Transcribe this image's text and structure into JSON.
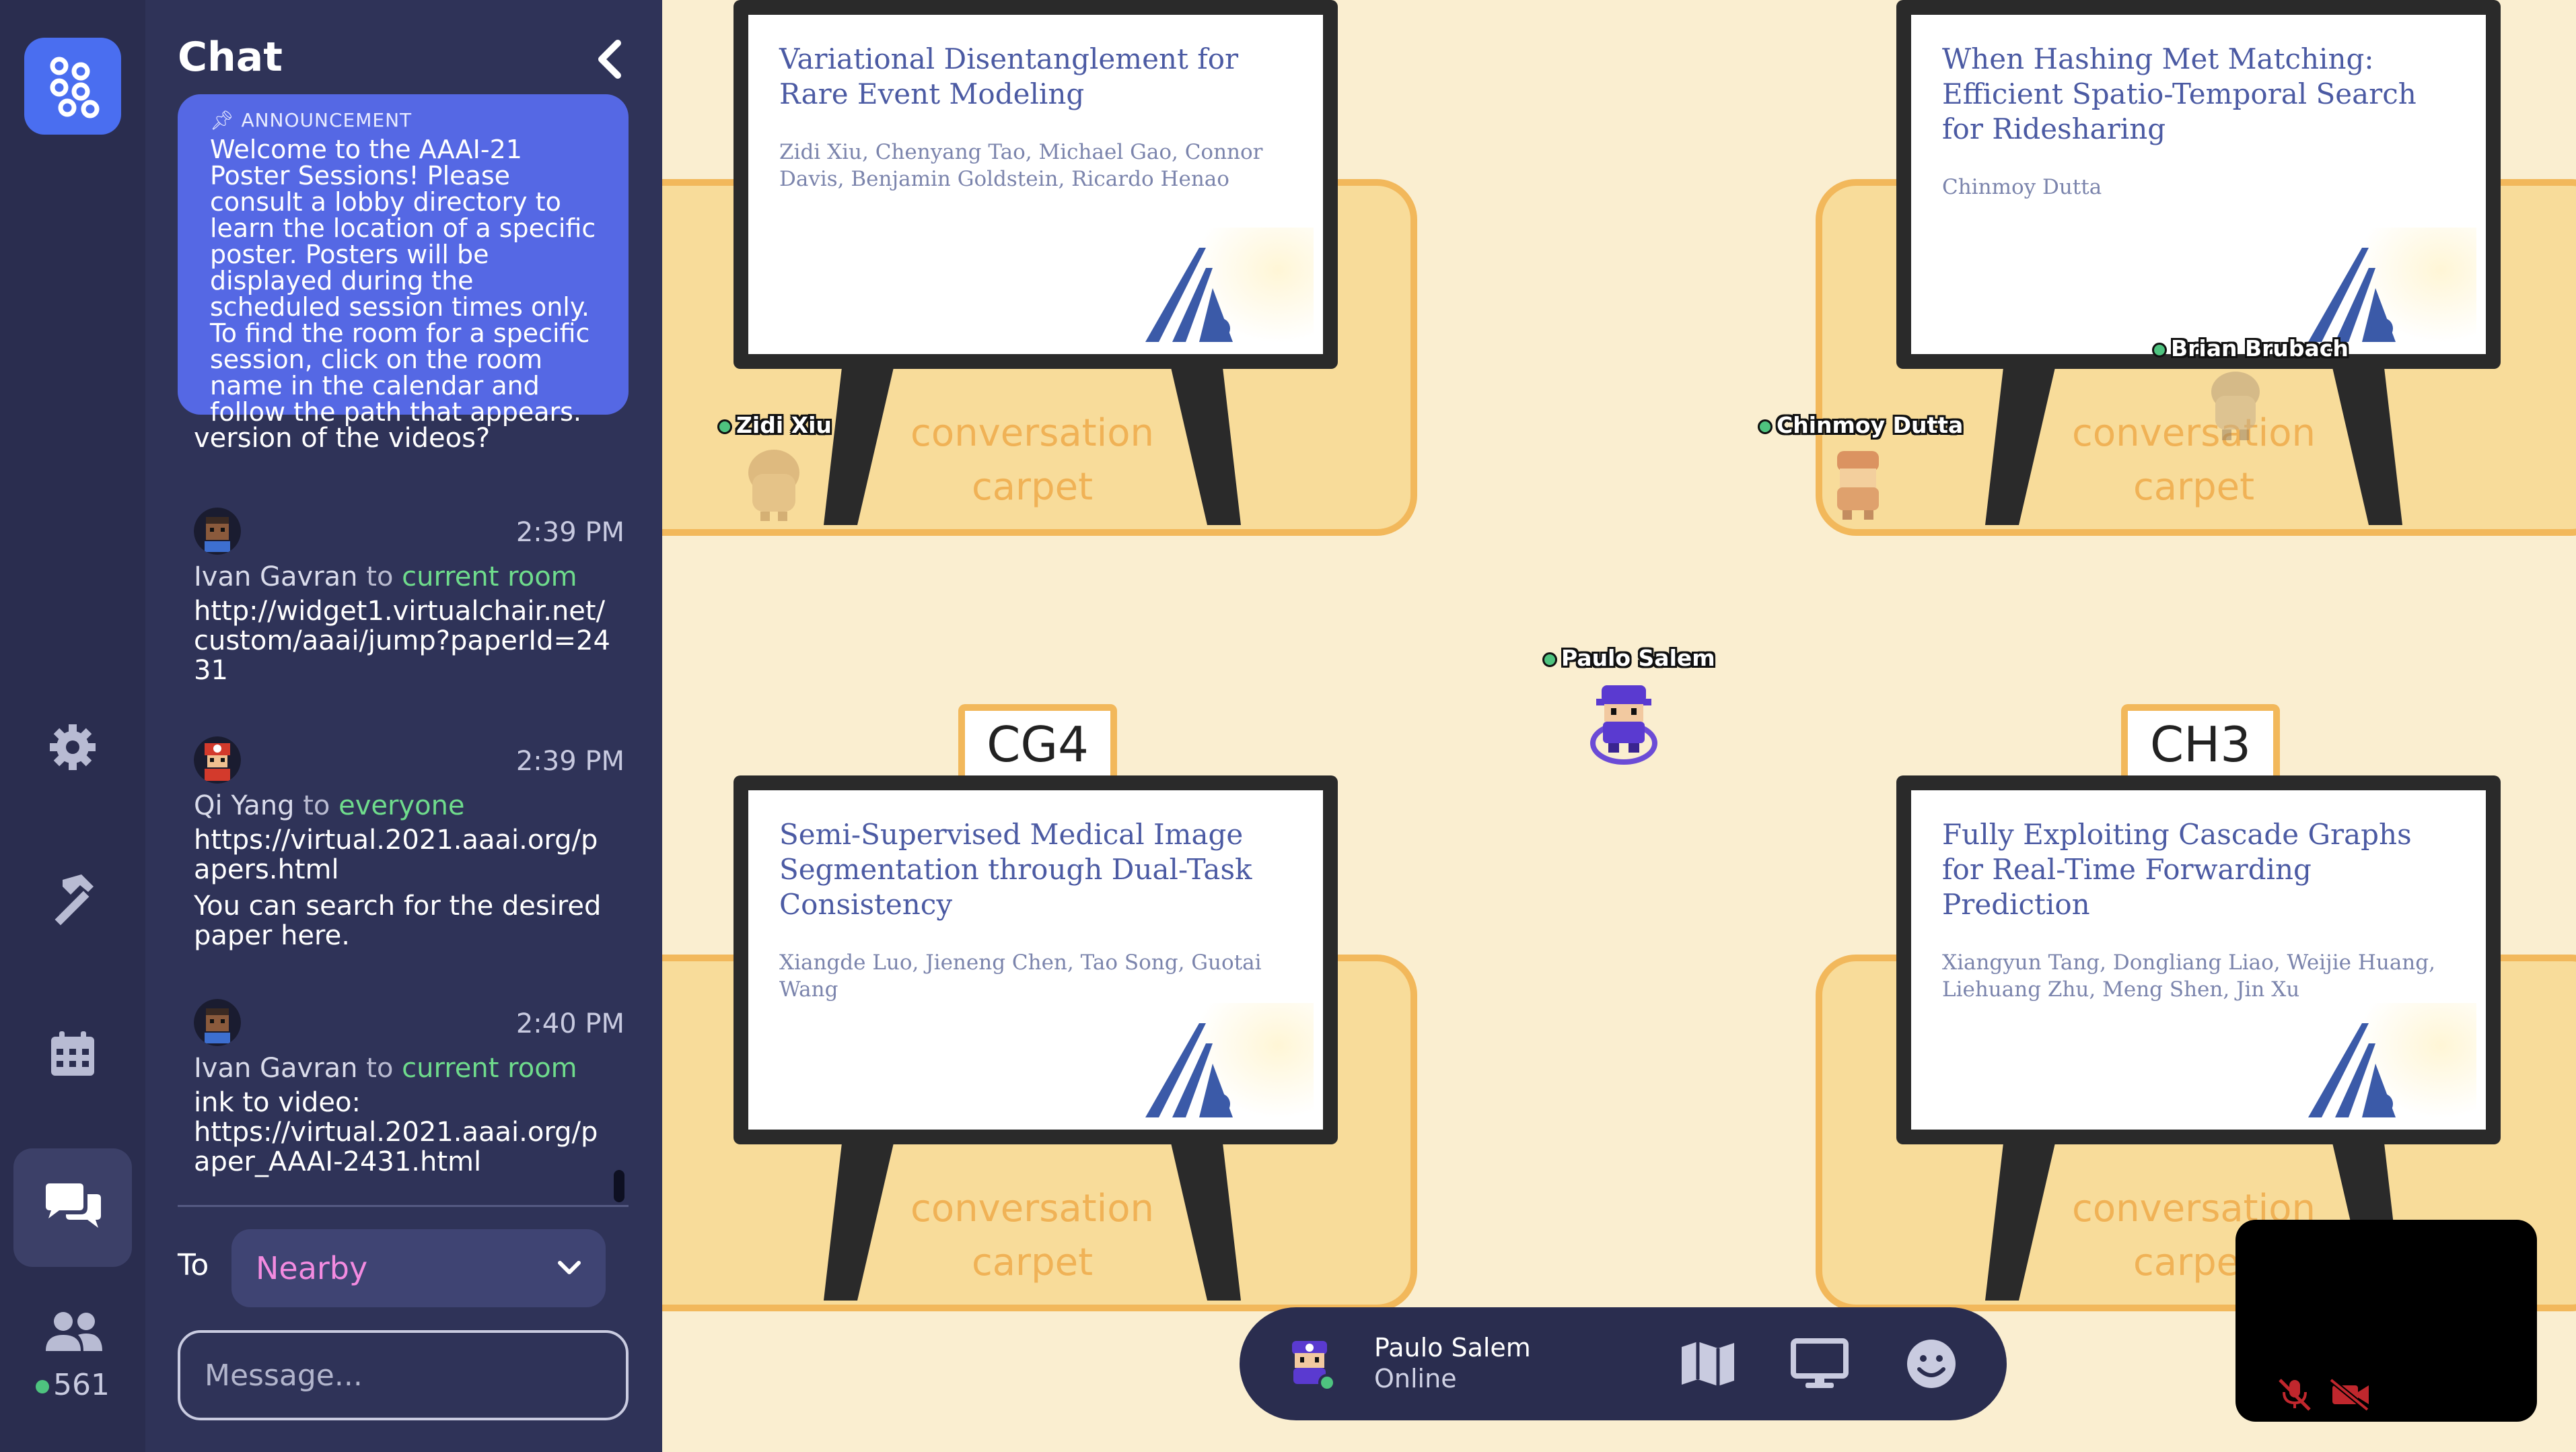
{
  "rail": {
    "online_count": "561",
    "icons": [
      "gather-logo-icon",
      "gear-icon",
      "hammer-icon",
      "calendar-icon",
      "chat-icon",
      "people-icon"
    ]
  },
  "chat": {
    "title": "Chat",
    "announcement": {
      "label": "ANNOUNCEMENT",
      "text": "Welcome to the AAAI-21 Poster Sessions! Please consult a lobby directory to learn the location of a specific poster. Posters will be displayed during the scheduled session times only. To find the room for a specific session, click on the room name in the calendar and follow the path that appears."
    },
    "cut_text": "version of the videos?",
    "messages": [
      {
        "time": "2:39 PM",
        "sender": "Ivan Gavran",
        "to_word": "to",
        "target": "current room",
        "body": "http://widget1.virtualchair.net/custom/aaai/jump?paperId=2431",
        "body2": ""
      },
      {
        "time": "2:39 PM",
        "sender": "Qi Yang",
        "to_word": "to",
        "target": "everyone",
        "body": "https://virtual.2021.aaai.org/papers.html",
        "body2": "You can search for the desired paper here."
      },
      {
        "time": "2:40 PM",
        "sender": "Ivan Gavran",
        "to_word": "to",
        "target": "current room",
        "body": "ink to video:",
        "body2": "https://virtual.2021.aaai.org/paper_AAAI-2431.html"
      }
    ],
    "to_label": "To",
    "to_value": "Nearby",
    "message_placeholder": "Message..."
  },
  "map": {
    "carpet_text": "conversation carpet",
    "posters": [
      {
        "title": "Variational Disentanglement for Rare Event Modeling",
        "authors": "Zidi Xiu, Chenyang Tao, Michael Gao, Connor Davis, Benjamin Goldstein, Ricardo Henao",
        "room_tag": ""
      },
      {
        "title": "When Hashing Met Matching: Efficient Spatio-Temporal Search for Ridesharing",
        "authors": "Chinmoy Dutta",
        "room_tag": ""
      },
      {
        "title": "Semi-Supervised Medical Image Segmentation through Dual-Task Consistency",
        "authors": "Xiangde Luo, Jieneng Chen, Tao Song, Guotai Wang",
        "room_tag": "CG4"
      },
      {
        "title": "Fully Exploiting Cascade Graphs for Real-Time Forwarding Prediction",
        "authors": "Xiangyun Tang, Dongliang Liao, Weijie Huang, Liehuang Zhu, Meng Shen, Jin Xu",
        "room_tag": "CH3"
      }
    ],
    "logo_text": "aaai",
    "players": [
      "Zidi Xiu",
      "Chinmoy Dutta",
      "Brian Brubach",
      "Paulo Salem"
    ]
  },
  "bottombar": {
    "name": "Paulo Salem",
    "status": "Online"
  },
  "colors": {
    "rail_bg": "#2a2d4f",
    "panel_bg": "#2f3358",
    "accent_blue": "#5568e4",
    "target_green": "#6fdc8c",
    "nearby_pink": "#f38be0",
    "map_bg": "#faeed0",
    "carpet_orange": "#f2b85b"
  }
}
